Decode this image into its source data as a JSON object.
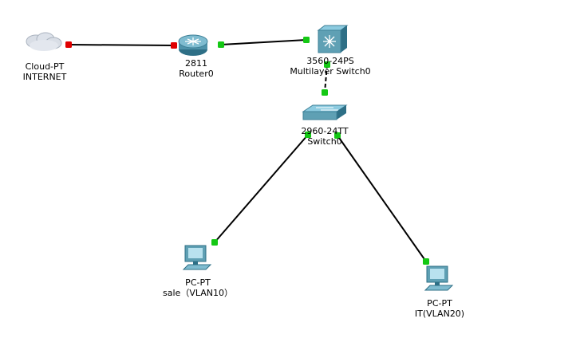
{
  "colors": {
    "link": "#000000",
    "port_up": "#14c814",
    "port_down": "#e00000",
    "device_body": "#5fa0b4",
    "device_dark": "#2e6f86",
    "cloud": "#d9dee6"
  },
  "devices": {
    "cloud": {
      "model": "Cloud-PT",
      "name": "INTERNET",
      "icon": "cloud-icon"
    },
    "router": {
      "model": "2811",
      "name": "Router0",
      "icon": "router-icon"
    },
    "mls": {
      "model": "3560-24PS",
      "name": "Multilayer Switch0",
      "icon": "multilayer-switch-icon"
    },
    "switch": {
      "model": "2960-24TT",
      "name": "Switch0",
      "icon": "switch-icon"
    },
    "pc_sale": {
      "model": "PC-PT",
      "name": "sale（VLAN10）",
      "icon": "pc-icon"
    },
    "pc_it": {
      "model": "PC-PT",
      "name": "IT(VLAN20)",
      "icon": "pc-icon"
    }
  },
  "links": [
    {
      "from": "cloud",
      "to": "router",
      "from_status": "down",
      "to_status": "down"
    },
    {
      "from": "router",
      "to": "mls",
      "from_status": "up",
      "to_status": "up"
    },
    {
      "from": "mls",
      "to": "switch",
      "from_status": "up",
      "to_status": "up"
    },
    {
      "from": "switch",
      "to": "pc_sale",
      "from_status": "up",
      "to_status": "up"
    },
    {
      "from": "switch",
      "to": "pc_it",
      "from_status": "up",
      "to_status": "up"
    }
  ]
}
